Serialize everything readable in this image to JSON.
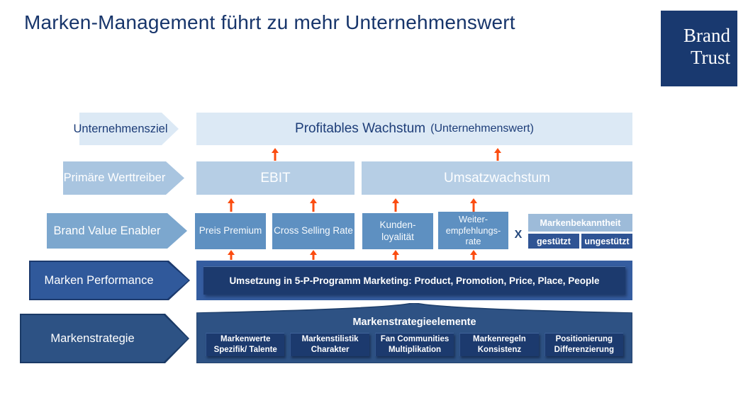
{
  "title": "Marken-Management führt zu mehr Unternehmenswert",
  "logo": {
    "line1": "Brand",
    "line2": "Trust"
  },
  "colors": {
    "title_text": "#17356b",
    "navy_text": "#1d3d78",
    "arrow_orange": "#fb4c10",
    "logo_bg": "#19396f",
    "level1_fill": "#dce9f5",
    "level2_fill": "#b6cee5",
    "level3_fill": "#5e90c1",
    "awareness_fill": "#9dbbd9",
    "awareness_sub_fill": "#2f5494",
    "level4_chevron_fill": "#30599b",
    "level4_box_fill": "#1c3a6e",
    "level5_fill": "#2e5284"
  },
  "levels": {
    "l1": {
      "chevron": "Unternehmensziel",
      "box_main": "Profitables Wachstum",
      "box_suffix": "(Unternehmenswert)"
    },
    "l2": {
      "chevron": "Primäre Werttreiber",
      "box1": "EBIT",
      "box2": "Umsatzwachstum"
    },
    "l3": {
      "chevron": "Brand Value Enabler",
      "box1": "Preis Premium",
      "box2": "Cross Selling Rate",
      "box3_lines": [
        "Kunden-",
        "loyalität"
      ],
      "box4_lines": [
        "Weiter-",
        "empfehlungs-",
        "rate"
      ],
      "multiplier": "X",
      "awareness": {
        "label": "Markenbekanntheit",
        "sub1": "gestützt",
        "sub2": "ungestützt"
      }
    },
    "l4": {
      "chevron": "Marken Performance",
      "box": "Umsetzung in 5-P-Programm Marketing: Product, Promotion, Price, Place, People"
    },
    "l5": {
      "chevron": "Markenstrategie",
      "header": "Markenstrategieelemente",
      "elements": [
        [
          "Markenwerte",
          "Spezifik/ Talente"
        ],
        [
          "Markenstilistik",
          "Charakter"
        ],
        [
          "Fan Communities",
          "Multiplikation"
        ],
        [
          "Markenregeln",
          "Konsistenz"
        ],
        [
          "Positionierung",
          "Differenzierung"
        ]
      ]
    }
  }
}
